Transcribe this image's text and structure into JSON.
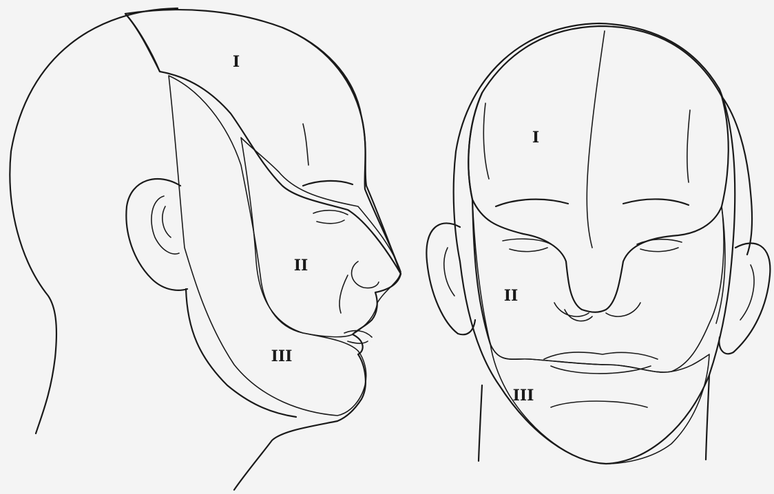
{
  "colors": {
    "background": "#f4f4f4",
    "skin": "#f7f7f7",
    "zone_I": "#c4c4c4",
    "zone_II": "#ececec",
    "zone_III": "#e9e9e9",
    "ink": "#1a1a1a"
  },
  "profile_view": {
    "labels": {
      "zone_I": "I",
      "zone_II": "II",
      "zone_III": "III"
    }
  },
  "frontal_view": {
    "labels": {
      "zone_I": "I",
      "zone_II": "II",
      "zone_III": "III"
    }
  }
}
